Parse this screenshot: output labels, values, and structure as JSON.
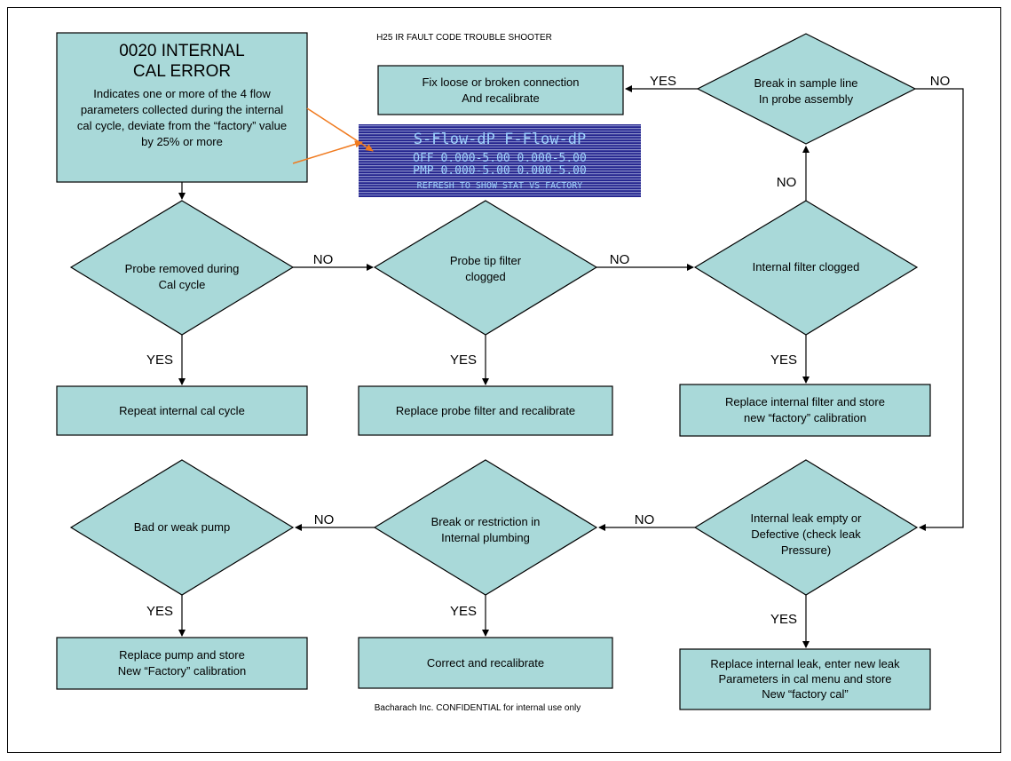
{
  "title": "H25 IR FAULT CODE TROUBLE SHOOTER",
  "footer": "Bacharach Inc. CONFIDENTIAL for internal use only",
  "colors": {
    "box_fill": "#a9d9d9",
    "annotation_arrow": "#f07a1e",
    "display_blue": "#20208c",
    "display_text": "#9fd3ff"
  },
  "start": {
    "title": [
      "0020 INTERNAL",
      "CAL ERROR"
    ],
    "body": [
      "Indicates one or more of the 4 flow",
      "parameters collected during the internal",
      "cal cycle, deviate from the “factory” value",
      "by 25% or more"
    ]
  },
  "nodes": {
    "fix_connection": [
      "Fix loose or broken connection",
      "And recalibrate"
    ],
    "break_sample_line": [
      "Break in sample line",
      "In probe assembly"
    ],
    "probe_removed": [
      "Probe removed during",
      "Cal cycle"
    ],
    "probe_tip_filter": [
      "Probe tip filter",
      "clogged"
    ],
    "internal_filter": [
      "Internal filter clogged"
    ],
    "repeat_cal": [
      "Repeat internal cal cycle"
    ],
    "replace_probe_filter": [
      "Replace probe filter and recalibrate"
    ],
    "replace_internal_filter": [
      "Replace internal filter and store",
      "new “factory” calibration"
    ],
    "bad_pump": [
      "Bad or weak pump"
    ],
    "break_plumbing": [
      "Break or restriction in",
      "Internal plumbing"
    ],
    "internal_leak": [
      "Internal leak empty or",
      "Defective (check leak",
      "Pressure)"
    ],
    "replace_pump": [
      "Replace pump and store",
      "New “Factory” calibration"
    ],
    "correct_recal": [
      "Correct and recalibrate"
    ],
    "replace_leak": [
      "Replace internal leak, enter new leak",
      "Parameters in cal menu and store",
      "New “factory cal”"
    ]
  },
  "edge_labels": {
    "yes": "YES",
    "no": "NO"
  },
  "display_lines": [
    "S-Flow-dP  F-Flow-dP",
    "OFF 0.000-5.00  0.000-5.00",
    "PMP 0.000-5.00  0.000-5.00",
    "REFRESH TO SHOW STAT VS FACTORY"
  ]
}
